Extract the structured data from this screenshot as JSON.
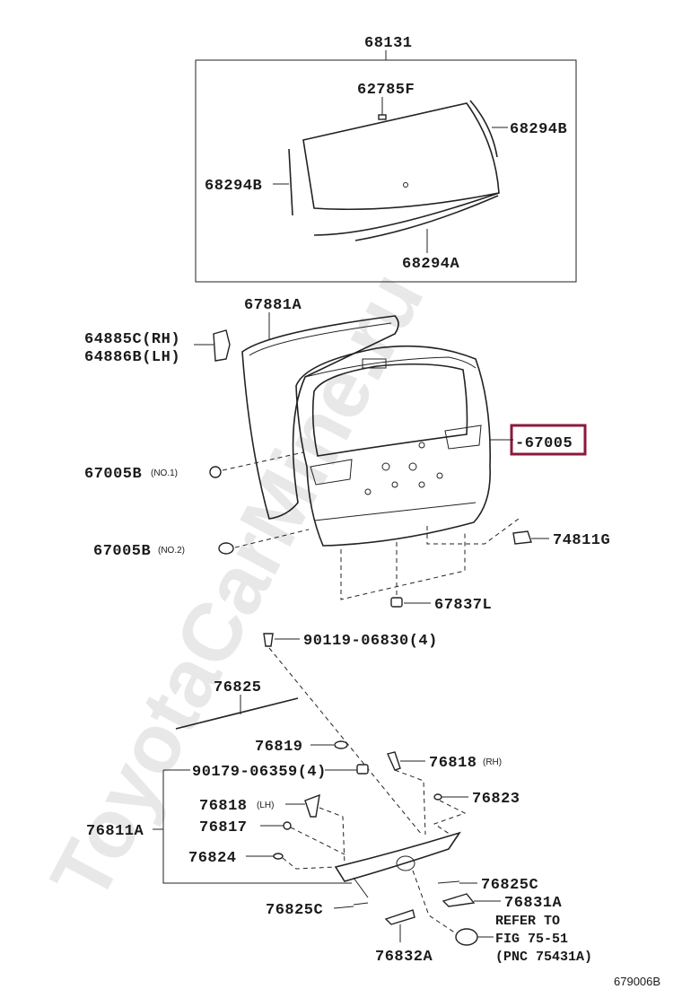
{
  "watermark": "ToyotaCarMine.ru",
  "callouts": {
    "p68131": "68131",
    "p62785F": "62785F",
    "p68294B_right": "68294B",
    "p68294B_left": "68294B",
    "p68294A": "68294A",
    "p67881A": "67881A",
    "p64885C": "64885C(RH)",
    "p64886B": "64886B(LH)",
    "p67005": "-67005",
    "p67005B_1": "67005B",
    "p67005B_1_note": "(NO.1)",
    "p67005B_2": "67005B",
    "p67005B_2_note": "(NO.2)",
    "p74811G": "74811G",
    "p67837L": "67837L",
    "p90119": "90119-06830(4)",
    "p76825": "76825",
    "p76819": "76819",
    "p90179": "90179-06359(4)",
    "p76818_rh": "76818",
    "p76818_rh_note": "(RH)",
    "p76823": "76823",
    "p76818_lh": "76818",
    "p76818_lh_note": "(LH)",
    "p76817": "76817",
    "p76811A": "76811A",
    "p76824": "76824",
    "p76825C_right": "76825C",
    "p76831A": "76831A",
    "p76825C_bottom": "76825C",
    "p76832A": "76832A"
  },
  "note": {
    "line1": "REFER TO",
    "line2": "FIG 75-51",
    "line3": "(PNC 75431A)"
  },
  "figure_number": "679006B"
}
